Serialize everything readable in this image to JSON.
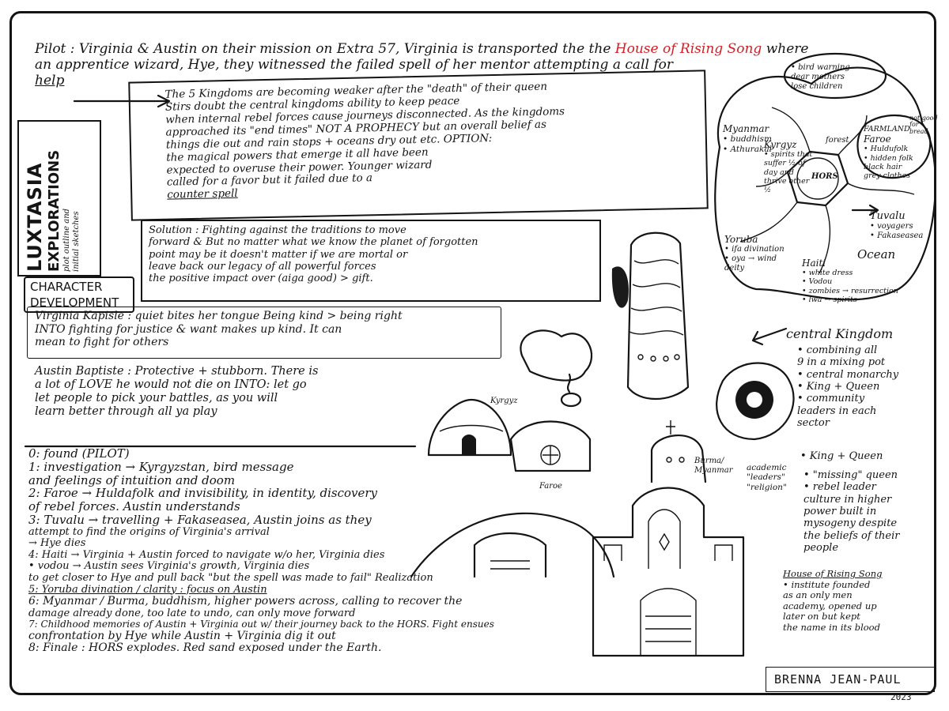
{
  "header": {
    "pilot_prefix": "Pilot : Virginia & Austin on their mission on Extra 57, Virginia is transported the the",
    "pilot_red": "House of Rising Song",
    "pilot_suffix": "where",
    "line2": "an apprentice wizard, Hye, they witnessed the failed spell of her mentor attempting a call for",
    "line3": "help"
  },
  "sidebar_title": {
    "line1": "LUXTASIA",
    "line2": "EXPLORATIONS",
    "line3": "plot outline and",
    "line4": "initial sketches"
  },
  "character_dev": {
    "line1": "CHARACTER",
    "line2": "DEVELOPMENT"
  },
  "premise_box": [
    "The 5 Kingdoms are becoming weaker after the \"death\" of their queen",
    "Stirs doubt the central kingdoms ability to keep peace",
    "when internal rebel forces cause journeys disconnected. As the kingdoms",
    "approached its \"end times\" NOT A PROPHECY but an overall belief as",
    "things die out and rain stops + oceans dry out etc. OPTION:",
    "the magical powers that emerge it all have been",
    "expected to overuse their power. Younger wizard",
    "called for a favor but it failed due to a",
    "counter spell"
  ],
  "solution": [
    "Solution : Fighting against the traditions to move",
    "forward & But no matter what we know the planet of forgotten",
    "point may be it doesn't matter if we are mortal or",
    "leave back our legacy of all powerful forces",
    "the positive impact over (aiga good) > gift."
  ],
  "virginia": [
    "Virginia Kapisle : quiet bites her tongue Being kind > being right",
    "INTO fighting for justice & want makes up kind. It can",
    "mean to fight for others"
  ],
  "austin": [
    "Austin Baptiste : Protective + stubborn. There is",
    "a lot of LOVE he would not die on INTO: let go",
    "let people to pick your battles, as you will",
    "learn better through all ya play"
  ],
  "episodes": [
    "0: found (PILOT)",
    "1: investigation → Kyrgyzstan, bird message",
    "   and feelings of intuition and doom",
    "2: Faroe → Huldafolk and invisibility, in identity, discovery",
    "   of rebel forces. Austin understands",
    "3: Tuvalu → travelling + Fakaseasea, Austin joins as they",
    "   attempt to find the origins of Virginia's arrival",
    "   → Hye dies",
    "4: Haiti → Virginia + Austin forced to navigate w/o her, Virginia dies",
    "   • vodou → Austin sees Virginia's growth, Virginia dies",
    "   to get closer to Hye and pull back \"but the spell was made to fail\" Realization",
    "5: Yoruba divination / clarity : focus on Austin",
    "6: Myanmar / Burma, buddhism, higher powers across, calling to recover the",
    "   damage already done, too late to undo, can only move forward",
    "7: Childhood memories of Austin + Virginia out w/ their journey back to the HORS. Fight ensues",
    "   confrontation by Hye while Austin + Virginia dig it out",
    "8: Finale : HORS explodes. Red sand exposed under the Earth."
  ],
  "map": {
    "hub": "HORS",
    "bird": [
      "• bird warning",
      "dear mothers",
      "lose children"
    ],
    "myanmar": [
      "Myanmar",
      "• buddhism",
      "• Athurakal"
    ],
    "kyrgyz": [
      "Kyrgyz",
      "• spirits that",
      "suffer ½ of",
      "day and",
      "thrive other",
      "½"
    ],
    "farmland": [
      "FARMLAND",
      "Faroe",
      "• Huldufolk",
      "• hidden folk",
      "black hair",
      "grey clothes"
    ],
    "farmland_note": [
      "not good",
      "for",
      "bread"
    ],
    "yoruba": [
      "Yoruba",
      "• ifa divination",
      "• oya → wind",
      "deity"
    ],
    "tuvalu": [
      "Tuvalu",
      "• voyagers",
      "• Fakaseasea"
    ],
    "haiti": [
      "Haiti",
      "• white dress",
      "• Vodou",
      "• zombies → resurrection",
      "• lwa → spirits"
    ],
    "ocean": "Ocean",
    "forest": "forest"
  },
  "central_kingdom": {
    "title": "central Kingdom",
    "points": [
      "• combining all",
      "  9 in a mixing pot",
      "• central monarchy",
      "  • King + Queen",
      "  • community",
      "    leaders in each",
      "    sector"
    ],
    "notes_left": [
      "academic",
      "\"leaders\"",
      "\"religion\""
    ],
    "king_queen": "• King + Queen",
    "more": [
      "• \"missing\" queen",
      "  • rebel leader",
      "culture in higher",
      "power built in",
      "mysogeny despite",
      "the beliefs of their",
      "people"
    ],
    "house": [
      "House of Rising Song",
      "• institute founded",
      "as an only men",
      "academy, opened up",
      "later on but kept",
      "the name in its blood"
    ]
  },
  "sketch_labels": {
    "kyrgyz": "Kyrgyz",
    "faroe": "Faroe",
    "burma": "Burma/\nMyanmar"
  },
  "signature": {
    "name": "BRENNA  JEAN-PAUL",
    "year": "2023"
  }
}
